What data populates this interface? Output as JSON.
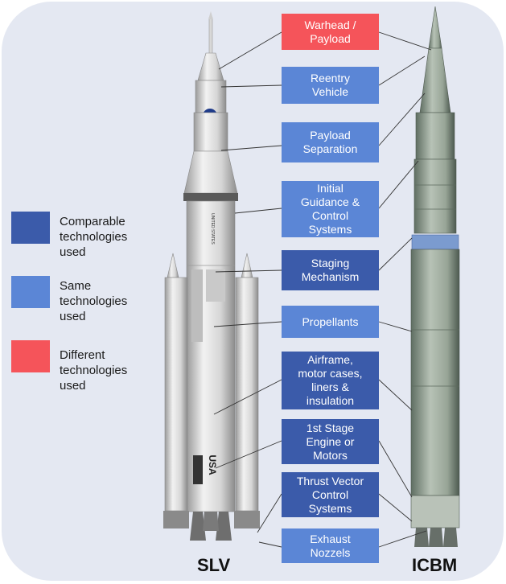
{
  "legend": [
    {
      "label": "Comparable\ntechnologies\nused",
      "color": "#3b5baa"
    },
    {
      "label": "Same\ntechnologies\nused",
      "color": "#5b86d6"
    },
    {
      "label": "Different\ntechnologies\nused",
      "color": "#f5545a"
    }
  ],
  "components": [
    {
      "label": "Warhead /\nPayload",
      "category": "different"
    },
    {
      "label": "Reentry\nVehicle",
      "category": "same"
    },
    {
      "label": "Payload\nSeparation",
      "category": "same"
    },
    {
      "label": "Initial\nGuidance &\nControl\nSystems",
      "category": "same"
    },
    {
      "label": "Staging\nMechanism",
      "category": "comparable"
    },
    {
      "label": "Propellants",
      "category": "same"
    },
    {
      "label": "Airframe,\nmotor cases,\nliners &\ninsulation",
      "category": "comparable"
    },
    {
      "label": "1st Stage\nEngine or\nMotors",
      "category": "comparable"
    },
    {
      "label": "Thrust Vector\nControl\nSystems",
      "category": "comparable"
    },
    {
      "label": "Exhaust\nNozzels",
      "category": "same"
    }
  ],
  "rockets": {
    "left_label": "SLV",
    "right_label": "ICBM",
    "slv_marking": "USA",
    "slv_side_text": "UNITED STATES"
  },
  "colors": {
    "comparable": "#3b5baa",
    "same": "#5b86d6",
    "different": "#f5545a",
    "background": "#e4e8f2"
  }
}
